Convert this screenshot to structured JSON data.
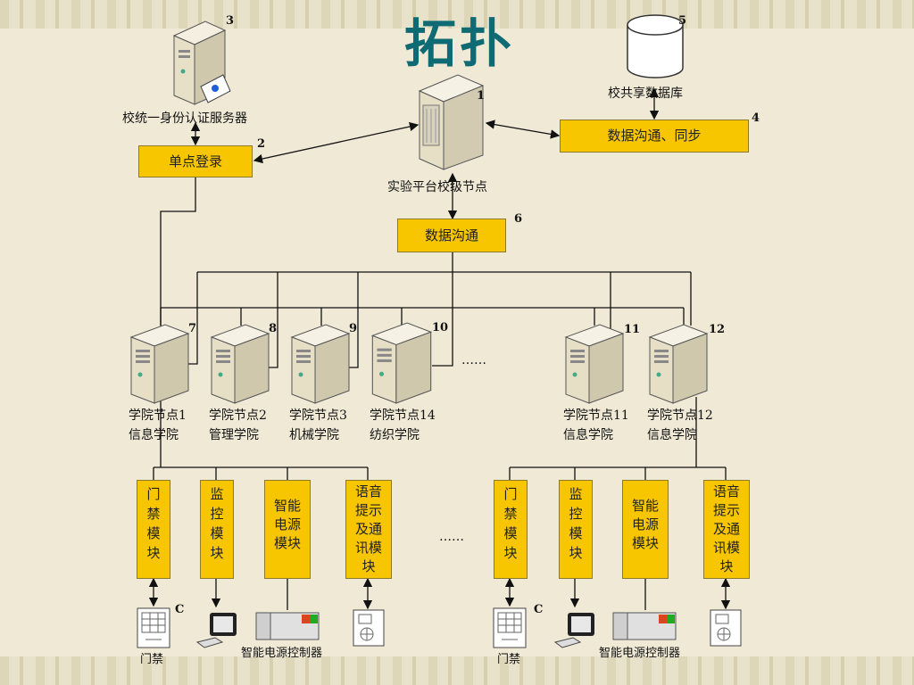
{
  "title": "拓扑",
  "nodes": {
    "auth_server": {
      "label": "校统一身份认证服务器",
      "num": "3"
    },
    "sso": {
      "label": "单点登录",
      "num": "2"
    },
    "platform": {
      "label": "实验平台校级节点",
      "num": "1"
    },
    "database": {
      "label": "校共享数据库",
      "num": "5"
    },
    "sync": {
      "label": "数据沟通、同步",
      "num": "4"
    },
    "comm": {
      "label": "数据沟通",
      "num": "6"
    }
  },
  "colleges": [
    {
      "num": "7",
      "line1": "学院节点1",
      "line2": "信息学院"
    },
    {
      "num": "8",
      "line1": "学院节点2",
      "line2": "管理学院"
    },
    {
      "num": "9",
      "line1": "学院节点3",
      "line2": "机械学院"
    },
    {
      "num": "10",
      "line1": "学院节点14",
      "line2": "纺织学院"
    },
    {
      "num": "11",
      "line1": "学院节点11",
      "line2": "信息学院"
    },
    {
      "num": "12",
      "line1": "学院节点12",
      "line2": "信息学院"
    }
  ],
  "ellipsis": "……",
  "modules_left": [
    "门禁模块",
    "监控模块",
    "智能电源模块",
    "语音提示及通讯模块"
  ],
  "modules_right": [
    "门禁模块",
    "监控模块",
    "智能电源模块",
    "语音提示及通讯模块"
  ],
  "devices": {
    "door_label": "门禁",
    "power_label": "智能电源控制器",
    "c_mark": "C"
  },
  "colors": {
    "title": "#0f6b73",
    "box": "#f7c600",
    "line": "#111111"
  }
}
